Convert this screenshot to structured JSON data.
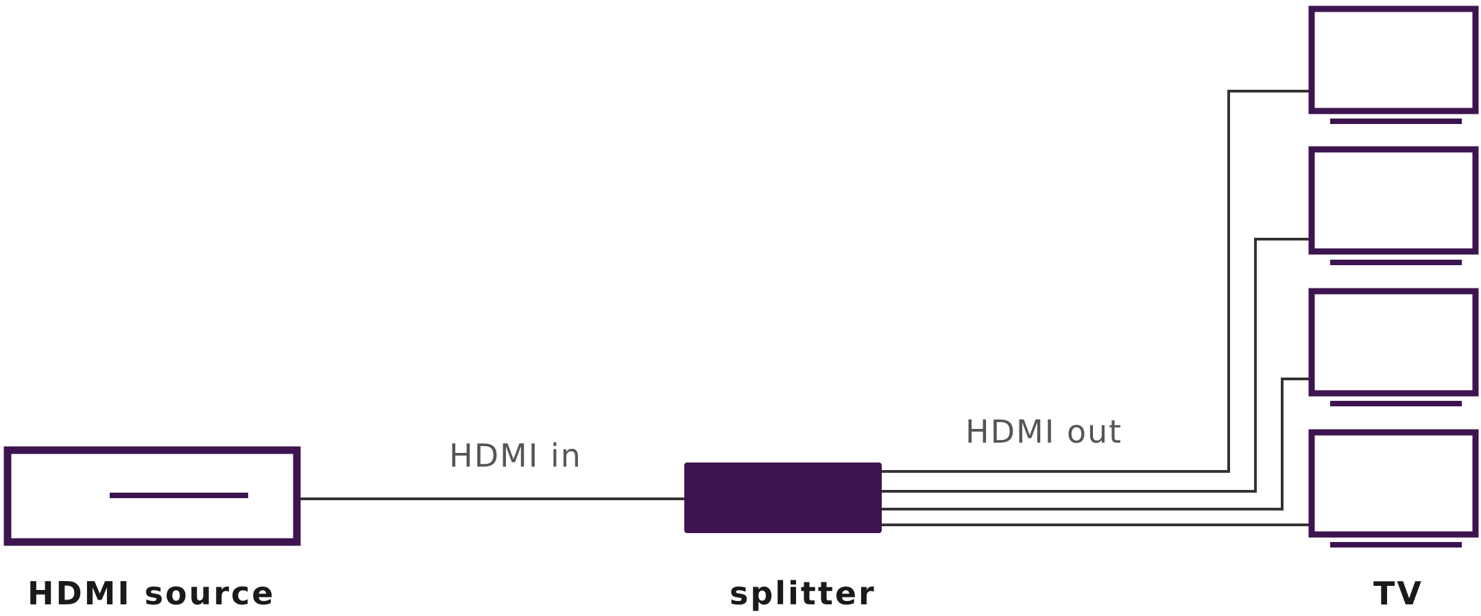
{
  "labels": {
    "hdmi_in": "HDMI in",
    "hdmi_out": "HDMI out",
    "source": "HDMI source",
    "splitter": "splitter",
    "tv": "TV"
  },
  "colors": {
    "device": "#3d1450",
    "cable": "#333333",
    "label_light": "#555555",
    "label_bold": "#1a1a1a",
    "background": "#ffffff"
  },
  "tv_count": 4
}
